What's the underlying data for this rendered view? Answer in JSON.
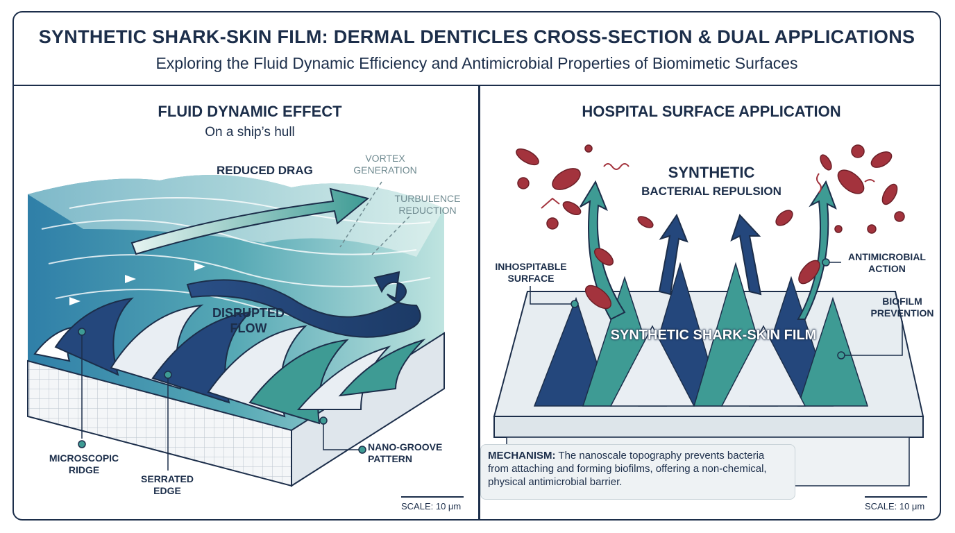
{
  "header": {
    "title": "SYNTHETIC SHARK-SKIN FILM: DERMAL DENTICLES CROSS-SECTION & DUAL APPLICATIONS",
    "subtitle": "Exploring the Fluid Dynamic Efficiency and Antimicrobial Properties of Biomimetic Surfaces"
  },
  "left_panel": {
    "title": "FLUID DYNAMIC EFFECT",
    "subtitle": "On a ship’s hull",
    "labels": {
      "reduced_drag": "REDUCED DRAG",
      "vortex": "VORTEX GENERATION",
      "turbulence": "TURBULENCE REDUCTION",
      "disrupted_flow": "DISRUPTED FLOW",
      "microscopic_ridge": "MICROSCOPIC RIDGE",
      "serrated_edge": "SERRATED EDGE",
      "nano_groove": "NANO-GROOVE PATTERN"
    },
    "scale": "SCALE: 10 μm"
  },
  "right_panel": {
    "title": "HOSPITAL SURFACE APPLICATION",
    "labels": {
      "synthetic": "SYNTHETIC",
      "bacterial_repulsion": "BACTERIAL REPULSION",
      "inhospitable": "INHOSPITABLE SURFACE",
      "antimicrobial": "ANTIMICROBIAL ACTION",
      "biofilm": "BIOFILM PREVENTION",
      "film": "SYNTHETIC SHARK-SKIN FILM"
    },
    "mechanism_label": "MECHANISM:",
    "mechanism_text": "The nanoscale topography prevents bacteria from attaching and forming biofilms, offering a non-chemical, physical antimicrobial barrier.",
    "scale": "SCALE: 10 μm"
  },
  "colors": {
    "navy": "#1c2e4a",
    "teal": "#3e9b94",
    "water_light": "#b9e0de",
    "bacteria": "#a3333d"
  }
}
